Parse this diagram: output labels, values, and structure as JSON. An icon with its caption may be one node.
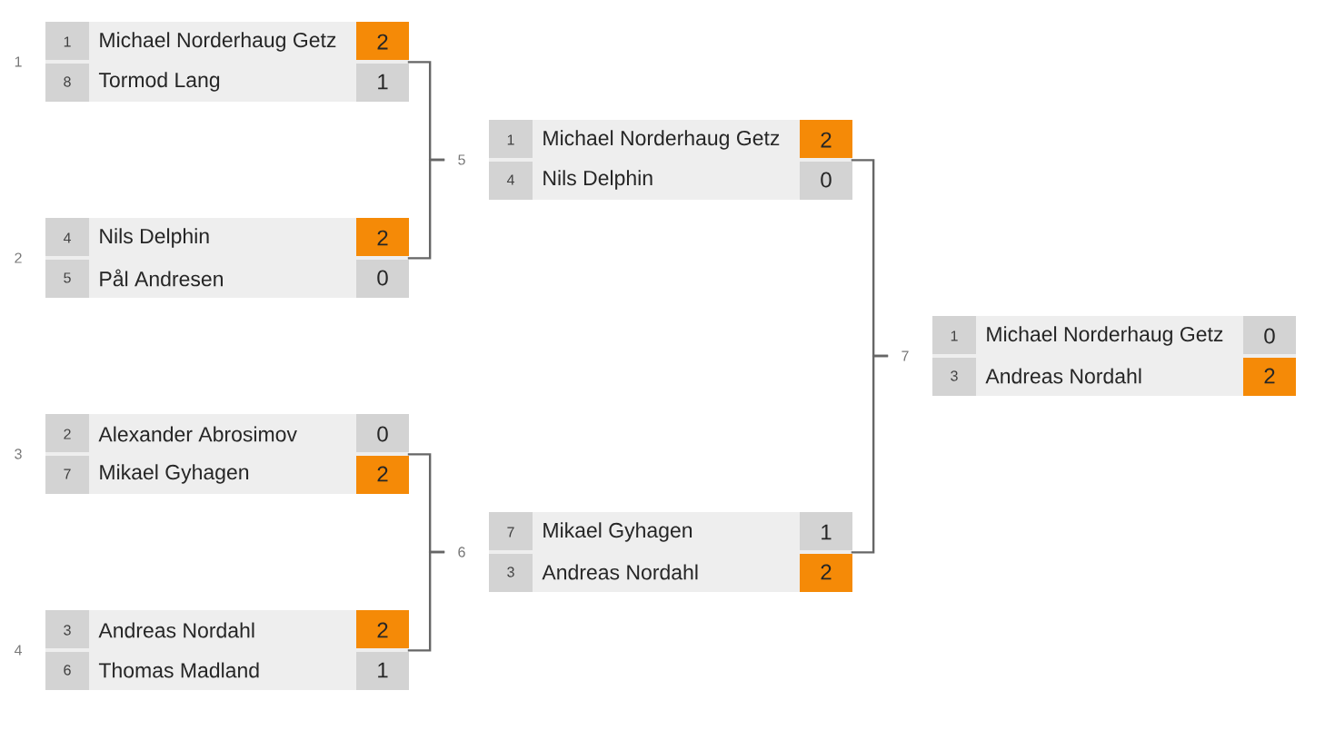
{
  "diagram": {
    "nodes": [
      {
        "text": [
          "1",
          "Michael Norderhaug Getz",
          "2",
          "8",
          "Tormod Lang",
          "1"
        ],
        "beside": [
          "1"
        ]
      },
      {
        "text": [
          "4",
          "Nils Delphin",
          "2",
          "5",
          "Pål Andresen",
          "0"
        ],
        "beside": [
          "2"
        ]
      },
      {
        "text": [
          "2",
          "Alexander Abrosimov",
          "0",
          "7",
          "Mikael Gyhagen",
          "2"
        ],
        "beside": [
          "3"
        ]
      },
      {
        "text": [
          "3",
          "Andreas Nordahl",
          "2",
          "6",
          "Thomas Madland",
          "1"
        ],
        "beside": [
          "4"
        ]
      },
      {
        "text": [
          "1",
          "Michael Norderhaug Getz",
          "2",
          "4",
          "Nils Delphin",
          "0"
        ],
        "beside": [
          "5"
        ]
      },
      {
        "text": [
          "7",
          "Mikael Gyhagen",
          "1",
          "3",
          "Andreas Nordahl",
          "2"
        ],
        "beside": [
          "6"
        ]
      },
      {
        "text": [
          "1",
          "Michael Norderhaug Getz",
          "0",
          "3",
          "Andreas Nordahl",
          "2"
        ],
        "beside": [
          "7"
        ]
      }
    ],
    "edges": [
      {
        "from": 0,
        "to": 4,
        "arrow": "none"
      },
      {
        "from": 1,
        "to": 4,
        "arrow": "none"
      },
      {
        "from": 2,
        "to": 5,
        "arrow": "none"
      },
      {
        "from": 3,
        "to": 5,
        "arrow": "none"
      },
      {
        "from": 4,
        "to": 6,
        "arrow": "none"
      },
      {
        "from": 5,
        "to": 6,
        "arrow": "none"
      }
    ]
  }
}
